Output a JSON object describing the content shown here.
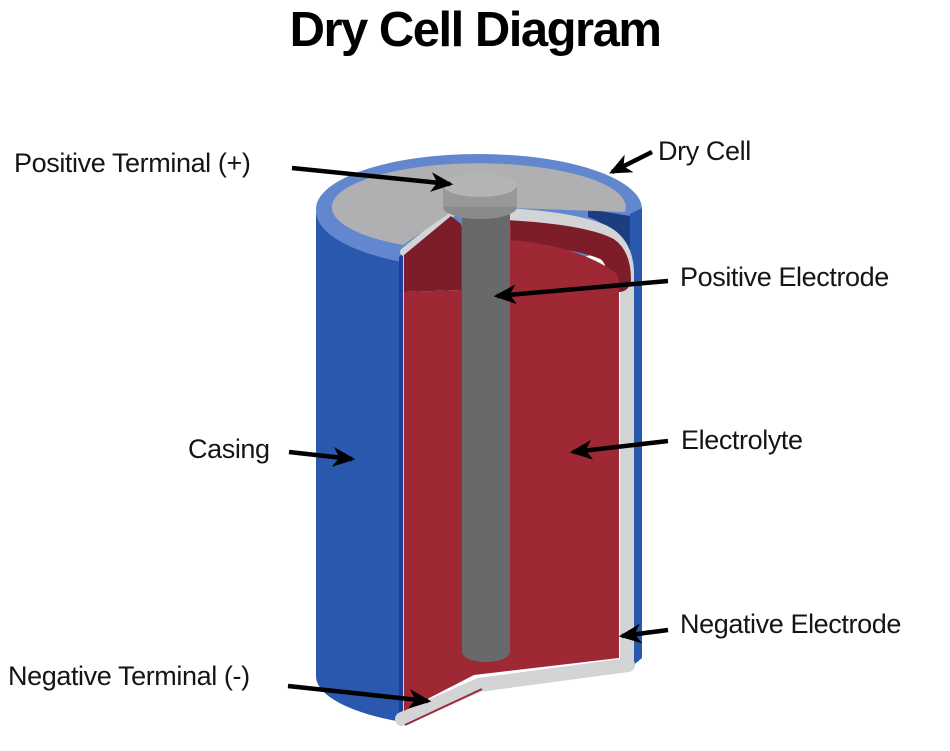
{
  "title": "Dry Cell Diagram",
  "diagram": {
    "subject": "dry cell battery cutaway illustration",
    "labels": {
      "positive_terminal": "Positive Terminal (+)",
      "dry_cell": "Dry Cell",
      "positive_electrode": "Positive Electrode",
      "casing": "Casing",
      "electrolyte": "Electrolyte",
      "negative_electrode": "Negative Electrode",
      "negative_terminal": "Negative Terminal (-)"
    },
    "colors": {
      "casing_blue": "#2b58af",
      "casing_blue_dark": "#1c3f9c",
      "casing_blue_inner": "#1c3d80",
      "rim_light_blue": "#6287ce",
      "top_gray": "#b0afb2",
      "cap_gray": "#98989a",
      "cap_gray_light": "#b4b4b6",
      "cap_gray_dark": "#8a8a8c",
      "rod_gray": "#68696b",
      "electrolyte_red": "#9e2935",
      "electrolyte_dark_red": "#7d1d2a",
      "lining_gray": "#d3d4d6",
      "label_color": "#151515"
    }
  }
}
